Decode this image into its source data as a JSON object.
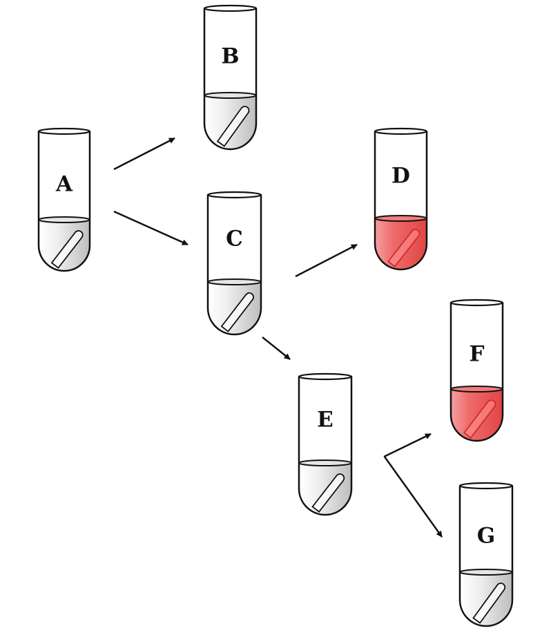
{
  "colors": {
    "outline": "#111111",
    "clear_liquid": "#d6d6d6",
    "red_liquid": "#ef5a5a",
    "inner_tube_red": "#d42a2a"
  },
  "tubes": [
    {
      "id": "A",
      "label": "A",
      "liquid": "clear"
    },
    {
      "id": "B",
      "label": "B",
      "liquid": "clear"
    },
    {
      "id": "C",
      "label": "C",
      "liquid": "clear"
    },
    {
      "id": "D",
      "label": "D",
      "liquid": "red"
    },
    {
      "id": "E",
      "label": "E",
      "liquid": "clear"
    },
    {
      "id": "F",
      "label": "F",
      "liquid": "red"
    },
    {
      "id": "G",
      "label": "G",
      "liquid": "clear"
    }
  ],
  "arrows": [
    {
      "from": "A",
      "to": "B"
    },
    {
      "from": "A",
      "to": "C"
    },
    {
      "from": "C",
      "to": "D"
    },
    {
      "from": "C",
      "to": "E"
    },
    {
      "from": "E",
      "to": "F"
    },
    {
      "from": "E",
      "to": "G"
    }
  ]
}
